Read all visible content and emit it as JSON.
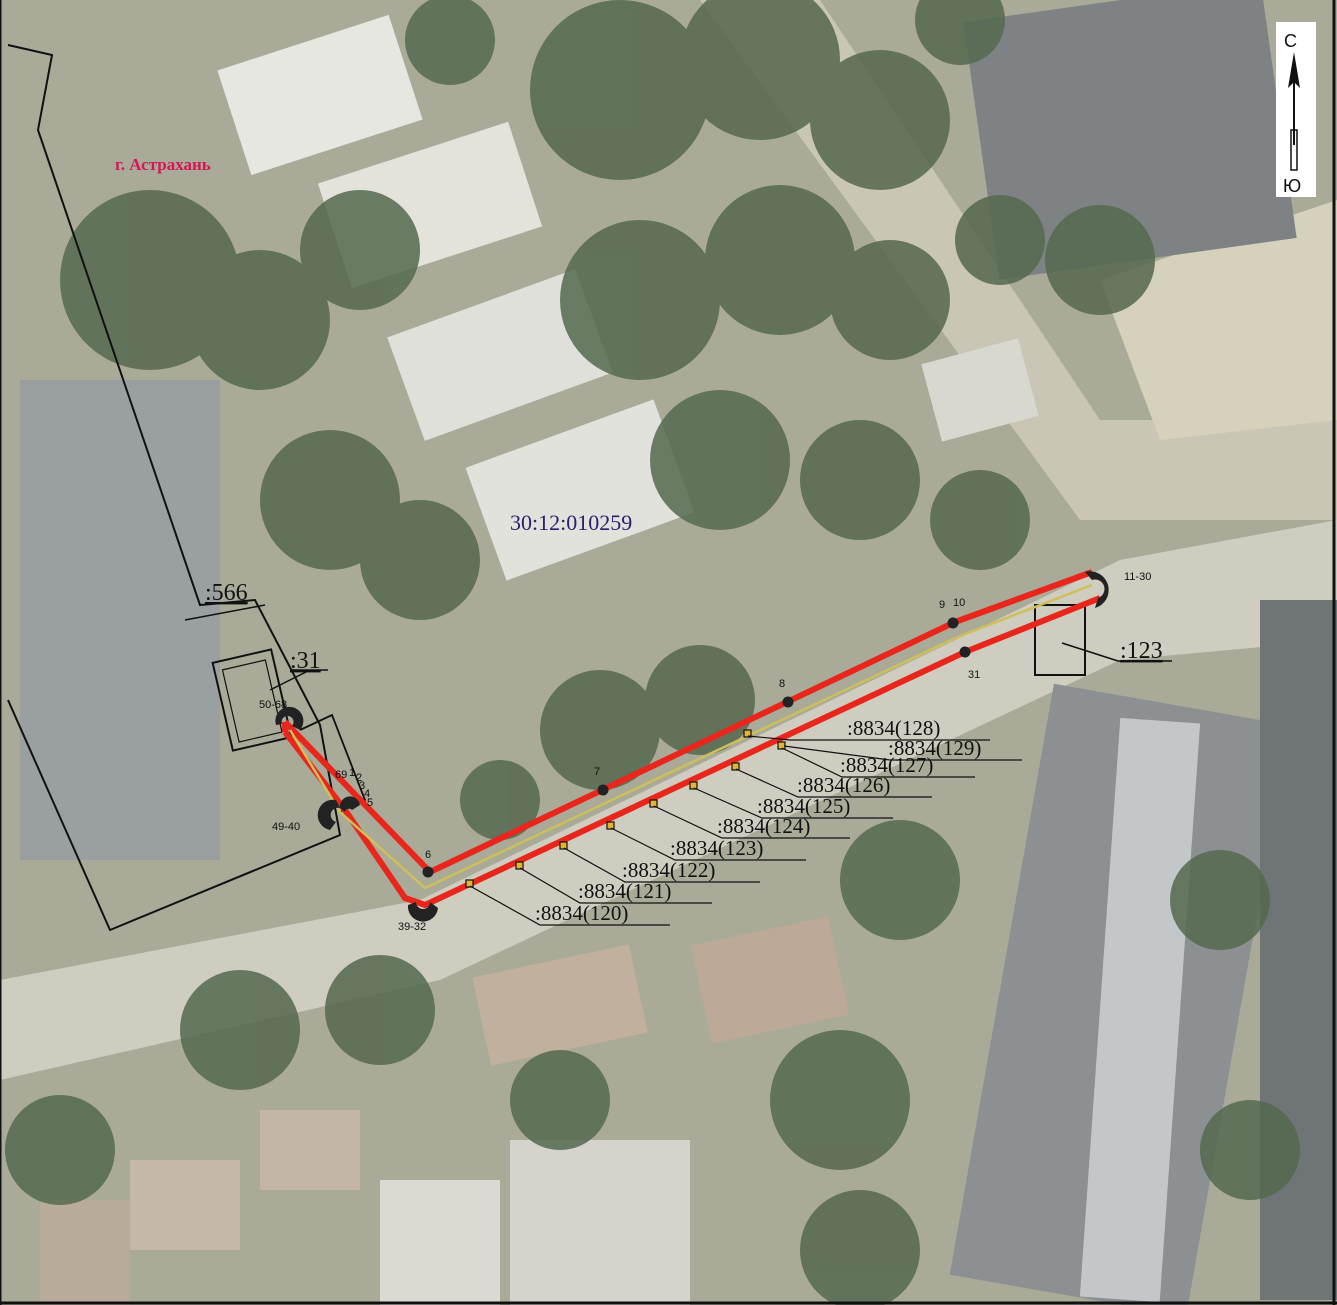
{
  "map": {
    "city_label": "г. Астрахань",
    "block_label": "30:12:010259",
    "parcels": {
      "p566": ":566",
      "p31": ":31",
      "p123": ":123"
    },
    "point_labels": {
      "p50_68": "50-68",
      "p49_40": "49-40",
      "p39_32": "39-32",
      "p11_30": "11-30",
      "p6": "6",
      "p7": "7",
      "p8": "8",
      "p9": "9",
      "p10": "10",
      "p31pt": "31",
      "p69": "69",
      "p1": "1",
      "p2": "2",
      "p3": "3",
      "p4": "4",
      "p5": "5"
    },
    "sub_parcels": [
      ":8834(120)",
      ":8834(121)",
      ":8834(122)",
      ":8834(123)",
      ":8834(124)",
      ":8834(125)",
      ":8834(126)",
      ":8834(127)",
      ":8834(128)",
      ":8834(129)"
    ],
    "compass": {
      "north": "С",
      "south": "Ю"
    },
    "colors": {
      "corridor": "#e8261c",
      "axis": "#f2ea3c",
      "city_label": "#d4175a",
      "block_label": "#2b1f6e"
    }
  }
}
